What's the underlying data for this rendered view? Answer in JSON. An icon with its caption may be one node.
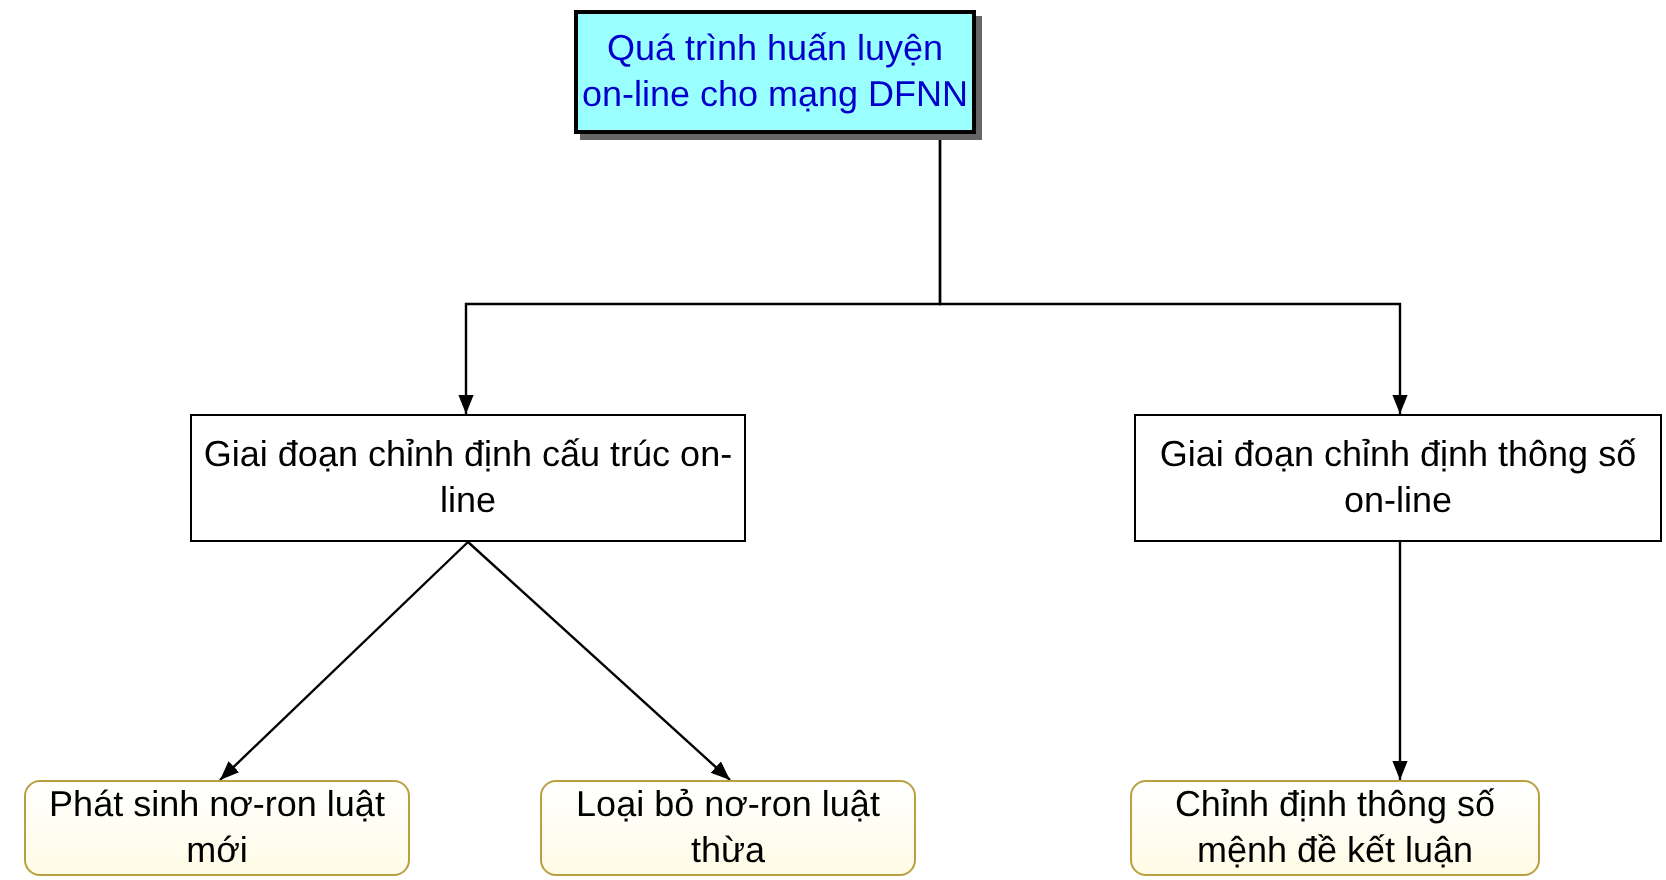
{
  "diagram": {
    "nodes": [
      {
        "text": [
          "Quá trình huấn luyện on-line cho mạng DFNN"
        ]
      },
      {
        "text": [
          "Giai đoạn chỉnh định cấu trúc on-line"
        ]
      },
      {
        "text": [
          "Giai đoạn chỉnh định thông số on-line"
        ]
      },
      {
        "text": [
          "Phát sinh nơ-ron luật mới"
        ]
      },
      {
        "text": [
          "Loại bỏ nơ-ron luật thừa"
        ]
      },
      {
        "text": [
          "Chỉnh định thông số mệnh đề kết luận"
        ]
      }
    ],
    "edges": [
      {
        "from": 0,
        "to": 1,
        "arrow": "to"
      },
      {
        "from": 0,
        "to": 2,
        "arrow": "to"
      },
      {
        "from": 1,
        "to": 3,
        "arrow": "to"
      },
      {
        "from": 1,
        "to": 4,
        "arrow": "to"
      },
      {
        "from": 2,
        "to": 5,
        "arrow": "to"
      }
    ]
  }
}
